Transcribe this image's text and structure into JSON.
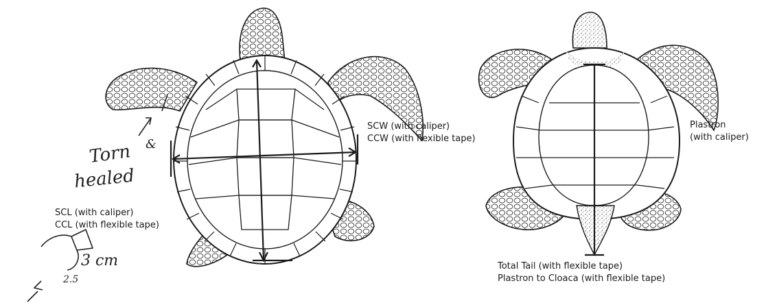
{
  "dorsal_view": {
    "scw_label": "SCW (with caliper)",
    "ccw_label": "CCW (with flexible tape)",
    "scl_label": "SCL (with caliper)",
    "ccl_label": "CCL (with flexible tape)"
  },
  "ventral_view": {
    "plastron_label": "Plastron",
    "plastron_method": "(with caliper)",
    "total_tail_label": "Total Tail (with flexible tape)",
    "plastron_to_cloaca_label": "Plastron to Cloaca (with flexible tape)"
  },
  "handwritten_notes": {
    "note_line1": "Torn",
    "note_ampersand": "&",
    "note_line2": "healed",
    "measure_value": "3 cm",
    "measure_sub": "2.5"
  },
  "colors": {
    "ink": "#1a1a1a",
    "stipple": "#555555"
  }
}
